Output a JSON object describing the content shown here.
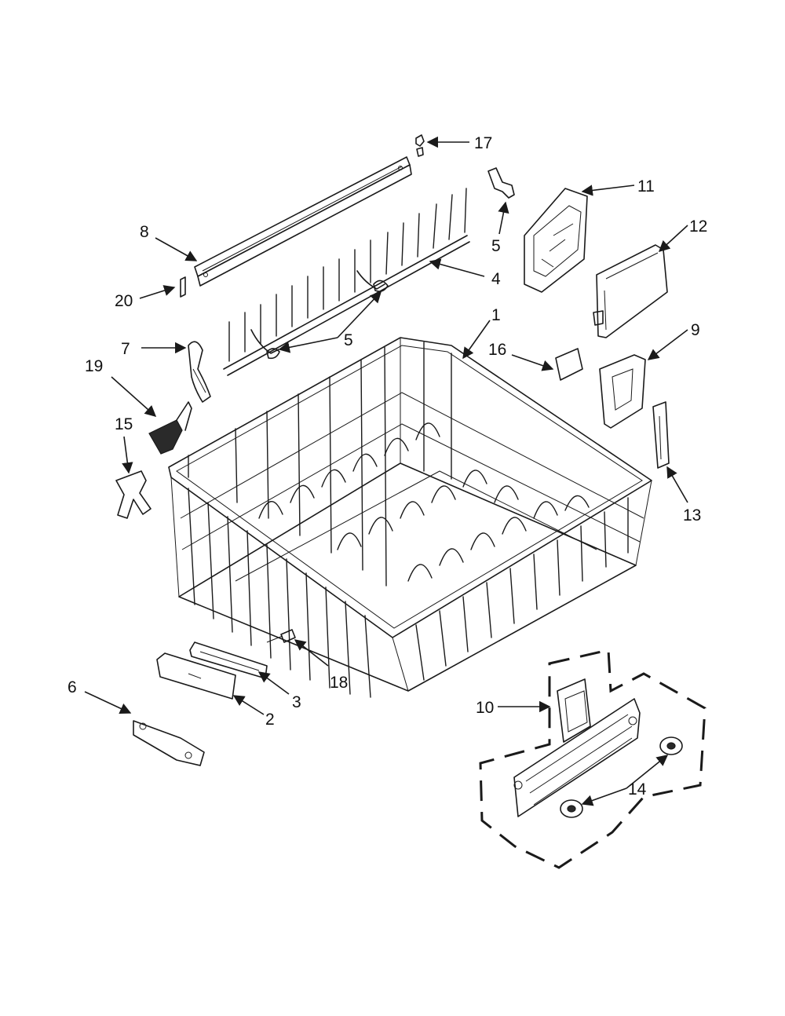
{
  "diagram": {
    "callouts": [
      {
        "id": "c17",
        "label": "17"
      },
      {
        "id": "c11",
        "label": "11"
      },
      {
        "id": "c12",
        "label": "12"
      },
      {
        "id": "c8",
        "label": "8"
      },
      {
        "id": "c5a",
        "label": "5"
      },
      {
        "id": "c4",
        "label": "4"
      },
      {
        "id": "c20",
        "label": "20"
      },
      {
        "id": "c1",
        "label": "1"
      },
      {
        "id": "c5b",
        "label": "5"
      },
      {
        "id": "c7",
        "label": "7"
      },
      {
        "id": "c16",
        "label": "16"
      },
      {
        "id": "c9",
        "label": "9"
      },
      {
        "id": "c19",
        "label": "19"
      },
      {
        "id": "c15",
        "label": "15"
      },
      {
        "id": "c13",
        "label": "13"
      },
      {
        "id": "c18",
        "label": "18"
      },
      {
        "id": "c3",
        "label": "3"
      },
      {
        "id": "c6",
        "label": "6"
      },
      {
        "id": "c2",
        "label": "2"
      },
      {
        "id": "c10",
        "label": "10"
      },
      {
        "id": "c14",
        "label": "14"
      }
    ]
  }
}
